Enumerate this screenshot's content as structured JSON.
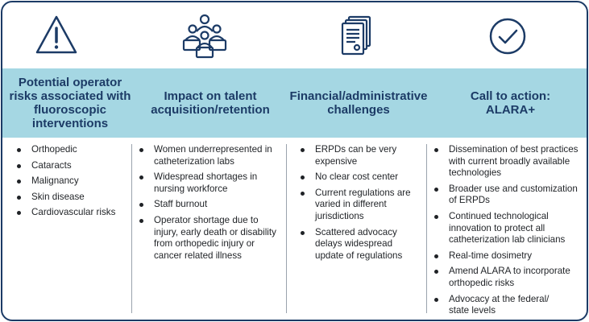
{
  "colors": {
    "navy": "#1c3b66",
    "band": "#a5d7e3",
    "text": "#1f2226"
  },
  "columns": [
    {
      "icon": "warning-triangle-icon",
      "heading": "Potential operator\nrisks associated with\nfluoroscopic\ninterventions",
      "items": [
        "Orthopedic",
        "Cataracts",
        "Malignancy",
        "Skin disease",
        "Cardiovascular risks"
      ]
    },
    {
      "icon": "workforce-team-icon",
      "heading": "Impact on talent\nacquisition/retention",
      "items": [
        "Women underrepresented in\ncatheterization labs",
        "Widespread shortages in\nnursing workforce",
        "Staff burnout",
        "Operator shortage due to\ninjury, early death or disability\nfrom orthopedic injury or\ncancer related illness"
      ]
    },
    {
      "icon": "document-stack-icon",
      "heading": "Financial/administrative\nchallenges",
      "items": [
        "ERPDs can be very\nexpensive",
        "No clear cost center",
        "Current regulations are\nvaried in different\njurisdictions",
        "Scattered advocacy\ndelays widespread\nupdate of regulations"
      ]
    },
    {
      "icon": "check-circle-icon",
      "heading": "Call to action:\nALARA+",
      "items": [
        "Dissemination of best practices\nwith current broadly available\ntechnologies",
        "Broader use and customization\nof ERPDs",
        "Continued technological\ninnovation to protect all\ncatheterization lab clinicians",
        "Real-time dosimetry",
        "Amend ALARA to incorporate\northopedic risks",
        "Advocacy at the federal/\nstate levels"
      ]
    }
  ]
}
